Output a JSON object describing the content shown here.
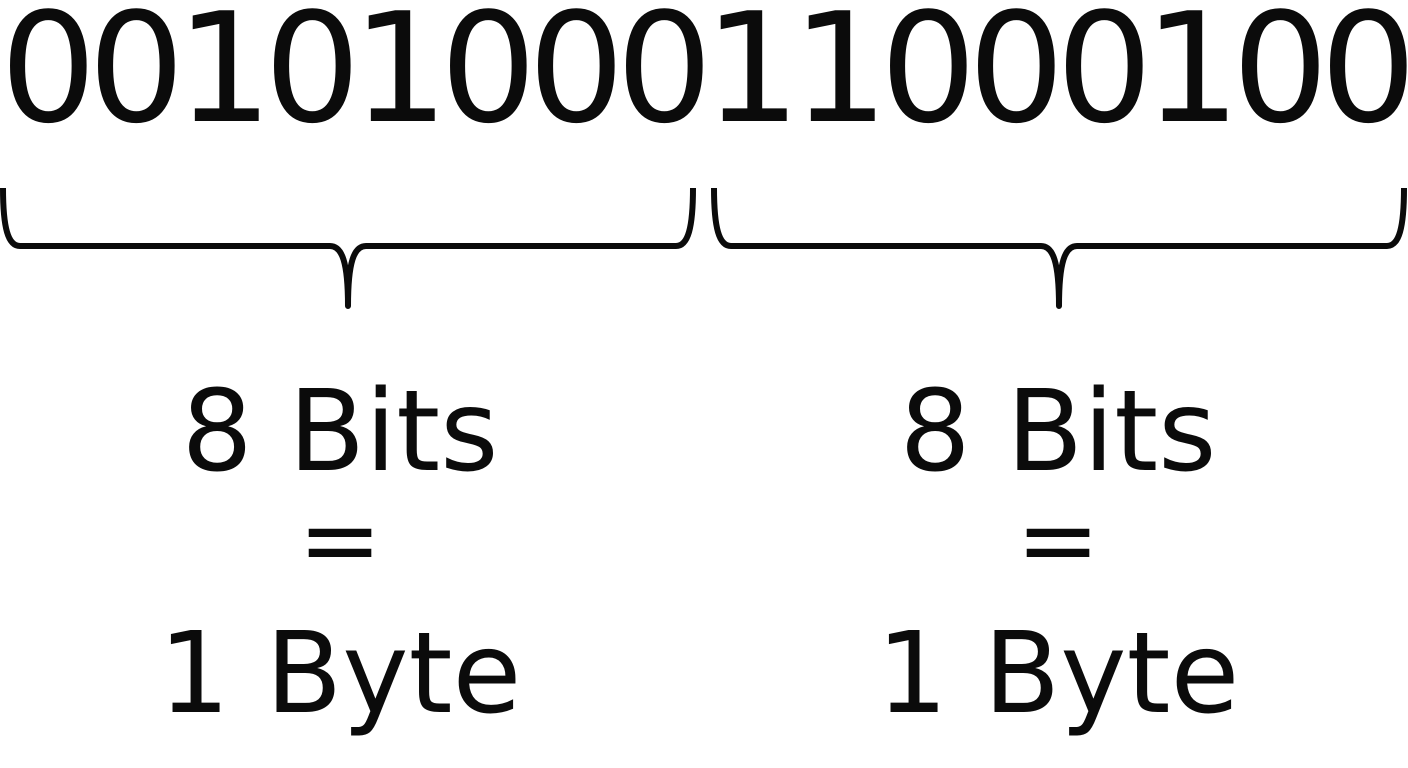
{
  "bits": [
    "0",
    "0",
    "1",
    "0",
    "1",
    "0",
    "0",
    "0",
    "1",
    "1",
    "0",
    "0",
    "0",
    "1",
    "0",
    "0"
  ],
  "groups": [
    {
      "bits_label": "8 Bits",
      "equals_label": "=",
      "byte_label": "1 Byte"
    },
    {
      "bits_label": "8 Bits",
      "equals_label": "=",
      "byte_label": "1 Byte"
    }
  ]
}
